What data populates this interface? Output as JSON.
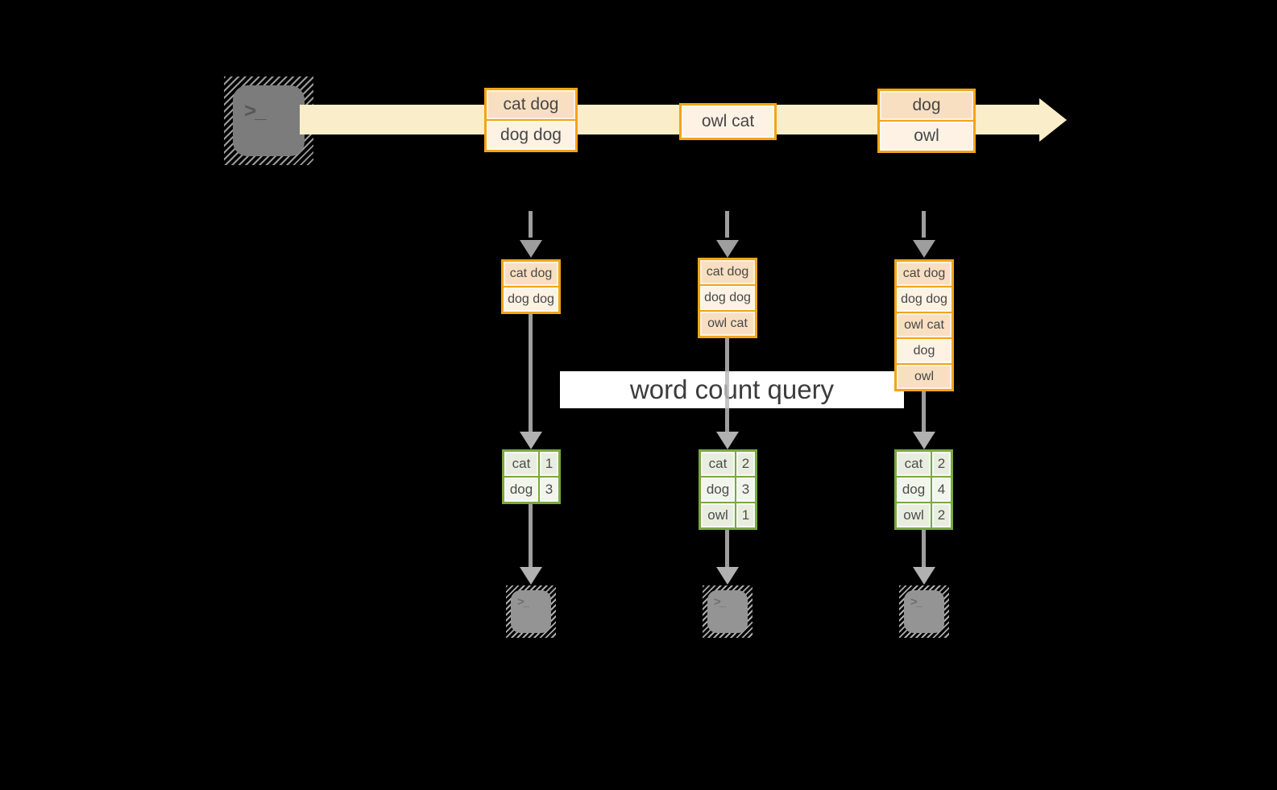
{
  "colors": {
    "accent_orange": "#F1A517",
    "peach": "#F8DFC2",
    "cream": "#FDF2E4",
    "stream": "#FAEDC9",
    "green": "#79A93E",
    "banner_bg": "#FFFFFF",
    "arrow_gray": "#9E9E9E"
  },
  "banner": {
    "label": "word count query"
  },
  "terminal_glyph": ">_",
  "stream": {
    "source_icon": "terminal-icon",
    "batches": [
      {
        "lines": [
          "cat dog",
          "dog dog"
        ]
      },
      {
        "lines": [
          "owl cat"
        ]
      },
      {
        "lines": [
          "dog",
          "owl"
        ]
      }
    ]
  },
  "columns": [
    {
      "buffer": [
        "cat dog",
        "dog dog"
      ],
      "counts": [
        {
          "word": "cat",
          "n": "1"
        },
        {
          "word": "dog",
          "n": "3"
        }
      ],
      "sink_icon": "terminal-icon"
    },
    {
      "buffer": [
        "cat dog",
        "dog dog",
        "owl cat"
      ],
      "counts": [
        {
          "word": "cat",
          "n": "2"
        },
        {
          "word": "dog",
          "n": "3"
        },
        {
          "word": "owl",
          "n": "1"
        }
      ],
      "sink_icon": "terminal-icon"
    },
    {
      "buffer": [
        "cat dog",
        "dog dog",
        "owl cat",
        "dog",
        "owl"
      ],
      "counts": [
        {
          "word": "cat",
          "n": "2"
        },
        {
          "word": "dog",
          "n": "4"
        },
        {
          "word": "owl",
          "n": "2"
        }
      ],
      "sink_icon": "terminal-icon"
    }
  ]
}
